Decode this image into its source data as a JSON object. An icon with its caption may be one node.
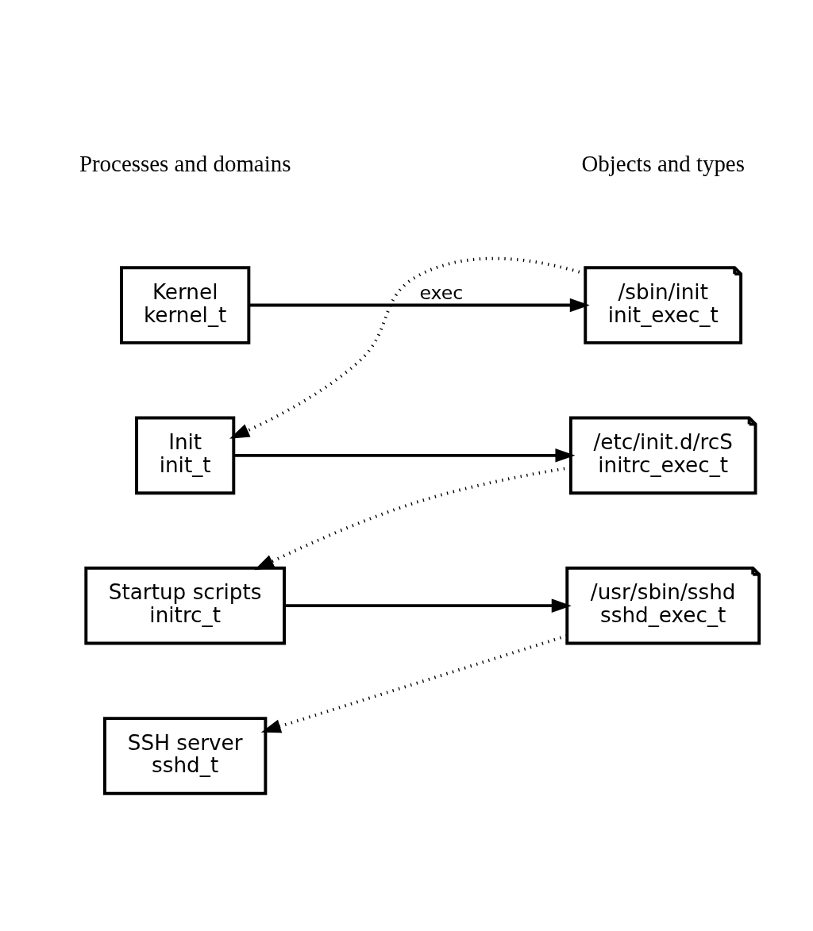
{
  "diagram": {
    "nodes": [
      {
        "text": [
          "Kernel",
          "kernel_t"
        ]
      },
      {
        "text": [
          "/sbin/init",
          "init_exec_t"
        ]
      },
      {
        "text": [
          "Init",
          "init_t"
        ]
      },
      {
        "text": [
          "/etc/init.d/rcS",
          "initrc_exec_t"
        ]
      },
      {
        "text": [
          "Startup scripts",
          "initrc_t"
        ]
      },
      {
        "text": [
          "/usr/sbin/sshd",
          "sshd_exec_t"
        ]
      },
      {
        "text": [
          "SSH server",
          "sshd_t"
        ]
      }
    ],
    "edges": [
      {
        "from": 0,
        "to": 1,
        "arrow": "to",
        "label": "exec"
      },
      {
        "from": 1,
        "to": 2,
        "arrow": "to",
        "style": "dashed"
      },
      {
        "from": 2,
        "to": 3,
        "arrow": "to"
      },
      {
        "from": 3,
        "to": 4,
        "arrow": "to",
        "style": "dashed"
      },
      {
        "from": 4,
        "to": 5,
        "arrow": "to"
      },
      {
        "from": 5,
        "to": 6,
        "arrow": "to",
        "style": "dashed"
      }
    ],
    "labels": [
      "Processes and domains",
      "Objects and types"
    ]
  }
}
